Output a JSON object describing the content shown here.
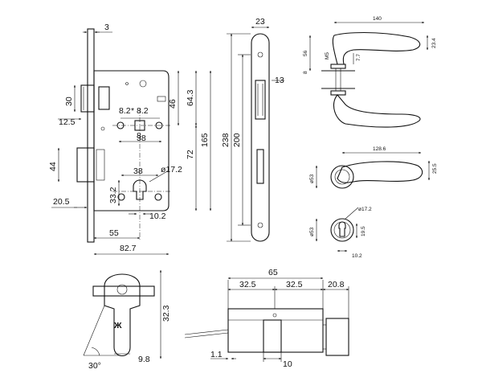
{
  "lockcase_front": {
    "backset_plate": "3",
    "latch_height": "30",
    "latch_offset": "12.5",
    "spindle_spacing_left": "8.2",
    "spindle_spacing_right": "8.2",
    "spindle_size": "8",
    "spindle_to_top_a": "46",
    "spindle_to_top_b": "64.3",
    "spindle_to_cyl": "38",
    "body_height_a": "72",
    "body_height_b": "165",
    "bolt_height": "44",
    "bolt_throw": "20.5",
    "cyl_width": "38",
    "cyl_hole_diameter": "ø17.2",
    "cyl_height": "33.2",
    "cyl_slot": "10.2",
    "backset": "55",
    "case_width": "82.7"
  },
  "faceplate": {
    "width": "23",
    "thickness": "13",
    "length_a": "238",
    "length_b": "200"
  },
  "handle_top": {
    "length": "140",
    "rose_offset": "56",
    "spindle_label": "M5",
    "spindle_len": "7.7",
    "thickness": "23.4",
    "plate_gap": "8"
  },
  "handle_front": {
    "length": "128.6",
    "width": "25.5",
    "rose_diameter": "ø53"
  },
  "escutcheon": {
    "rose_diameter": "ø53",
    "hole_diameter": "ø17.2",
    "slot_height": "19.5",
    "slot_width": "10.2"
  },
  "cylinder_end": {
    "height": "32.3",
    "cam_width": "9.8",
    "cam_angle": "30°"
  },
  "cylinder_side": {
    "total_length": "65",
    "half_left": "32.5",
    "half_right": "32.5",
    "knob_length": "20.8",
    "cam_offset": "1.1",
    "cam_width": "10"
  }
}
